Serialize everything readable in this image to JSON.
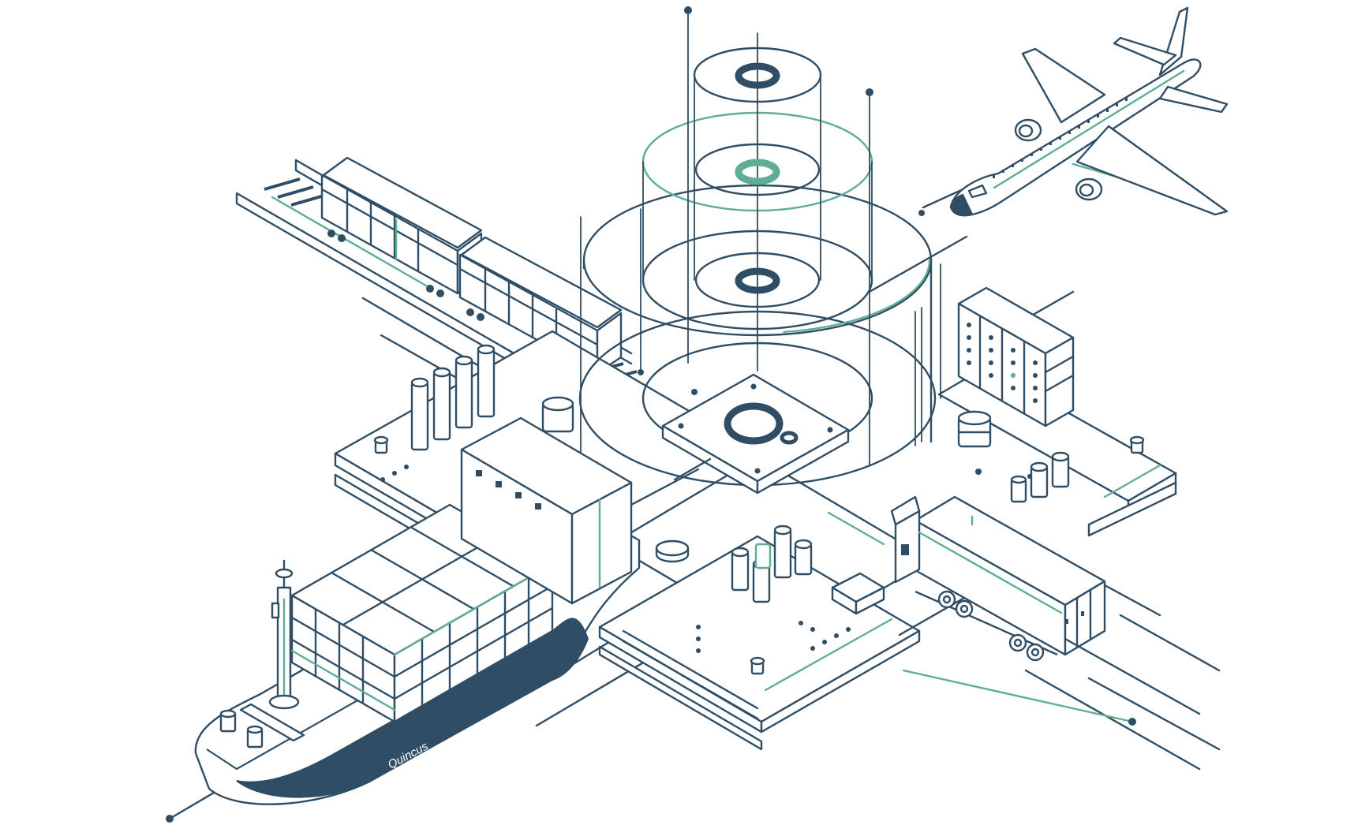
{
  "ship": {
    "hull_name": "Quincus"
  },
  "colors": {
    "navy": "#2f4e66",
    "green": "#5fae93",
    "background": "#ffffff"
  },
  "icons": [
    "quincus-logo-icon",
    "cargo-ship",
    "freight-train",
    "airplane",
    "delivery-truck",
    "warehouse-building",
    "signal-rings"
  ]
}
